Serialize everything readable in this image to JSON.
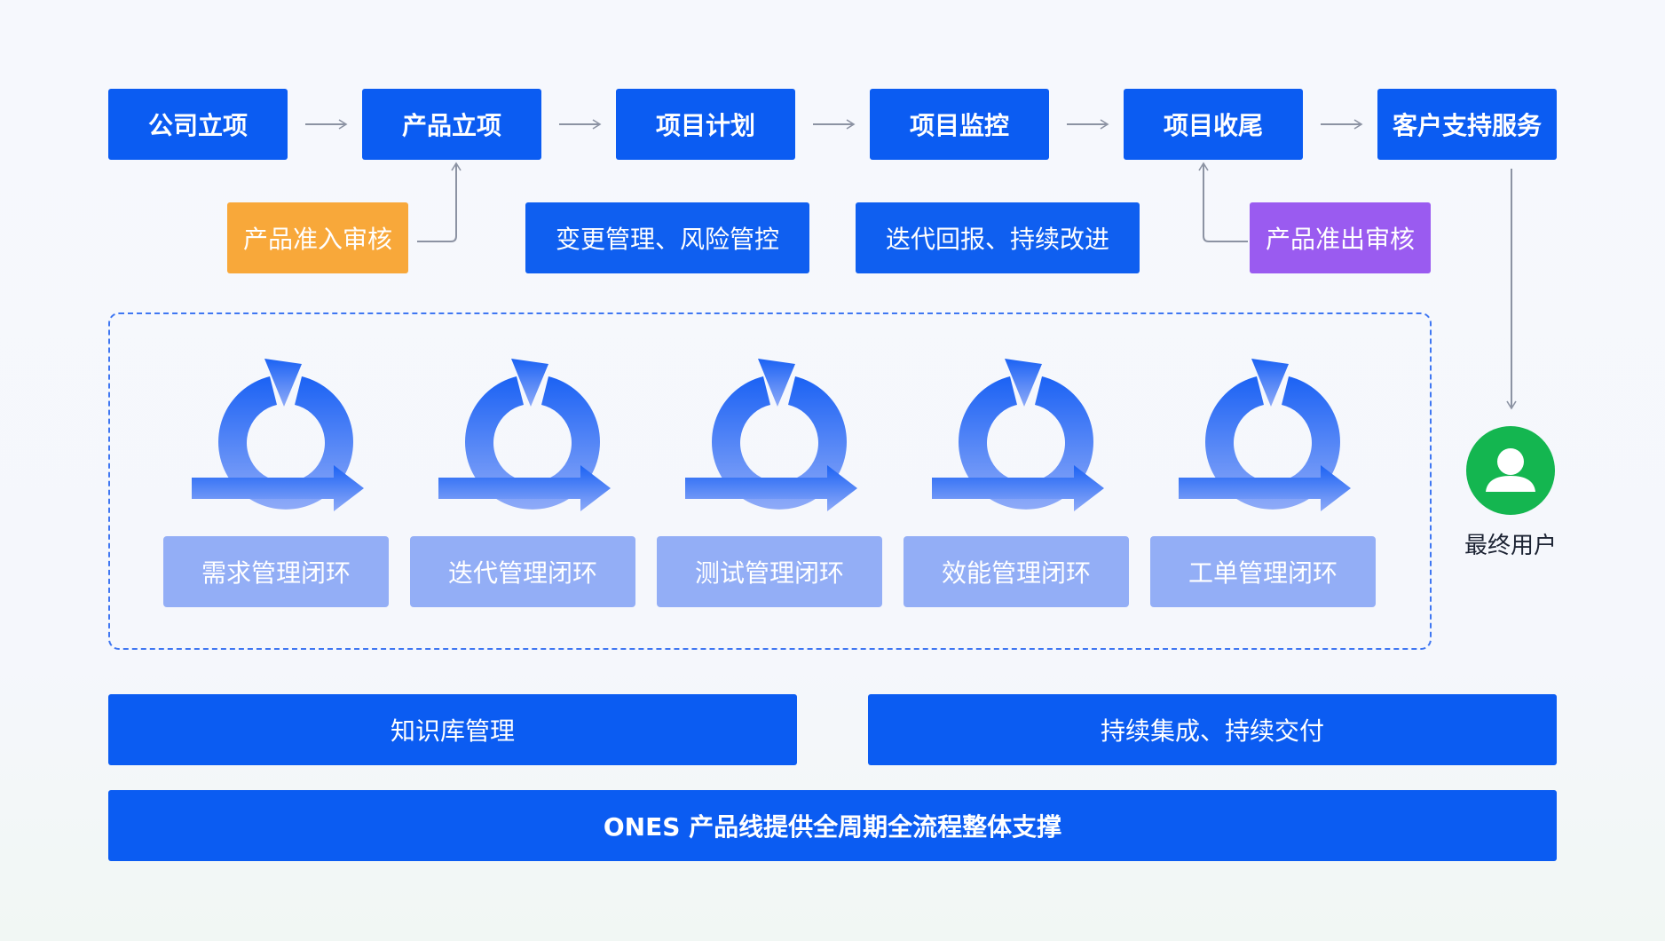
{
  "stages": [
    "公司立项",
    "产品立项",
    "项目计划",
    "项目监控",
    "项目收尾",
    "客户支持服务"
  ],
  "sub_boxes": {
    "entry_review": "产品准入审核",
    "change_risk": "变更管理、风险管控",
    "iteration": "迭代回报、持续改进",
    "exit_review": "产品准出审核"
  },
  "cycles": [
    "需求管理闭环",
    "迭代管理闭环",
    "测试管理闭环",
    "效能管理闭环",
    "工单管理闭环"
  ],
  "end_user": {
    "label": "最终用户",
    "icon": "user-icon"
  },
  "bottom": {
    "knowledge": "知识库管理",
    "ci_cd": "持续集成、持续交付",
    "base": "ONES 产品线提供全周期全流程整体支撑"
  },
  "colors": {
    "primary": "#0b5cf2",
    "orange": "#f8a83a",
    "purple": "#9a5bf0",
    "cycle_label": "#93aef6",
    "user_green": "#14b650"
  }
}
